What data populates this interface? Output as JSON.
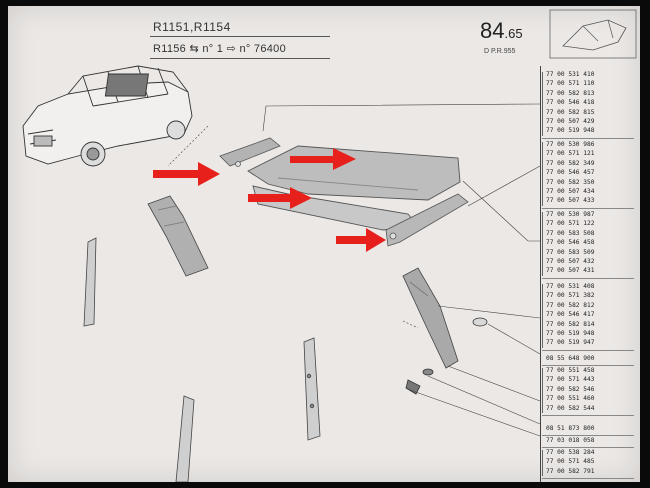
{
  "header": {
    "models_line": "R1151,R1154",
    "serial_line": "R1156 ⇆ n° 1 ⇨ n° 76400",
    "page_number_main": "84",
    "page_number_sub": ".65",
    "page_reference": "D     P.R.955"
  },
  "colors": {
    "paper": "#ebe8e6",
    "ink": "#333333",
    "arrow": "#e8201c",
    "part_fill": "#b9b9b9"
  },
  "reference_groups": [
    {
      "refs": [
        "77 00 531 410",
        "77 00 571 110",
        "77 00 582 813",
        "77 00 546 418",
        "77 00 582 815",
        "77 00 507 429",
        "77 00 519 948"
      ]
    },
    {
      "refs": [
        "77 00 530 986",
        "77 00 571 121",
        "77 00 582 349",
        "77 00 546 457",
        "77 00 582 350",
        "77 00 507 434",
        "77 00 507 433"
      ]
    },
    {
      "refs": [
        "77 00 530 987",
        "77 00 571 122",
        "77 00 583 508",
        "77 00 546 458",
        "77 00 583 509",
        "77 00 507 432",
        "77 00 507 431"
      ]
    },
    {
      "refs": [
        "77 00 531 408",
        "77 00 571 382",
        "77 00 582 812",
        "77 00 546 417",
        "77 00 582 814",
        "77 00 519 948",
        "77 00 519 947"
      ]
    },
    {
      "refs": [
        "08 55 648 900"
      ]
    },
    {
      "refs": [
        "77 00 551 458",
        "77 00 571 443",
        "77 00 582 546",
        "77 00 551 460",
        "77 00 582 544"
      ]
    },
    {
      "refs": [
        "08 51 873 800"
      ]
    },
    {
      "refs": [
        "77 03 018 058"
      ]
    },
    {
      "refs": [
        "77 00 538 284",
        "77 00 571 485",
        "77 00 582 791"
      ]
    }
  ]
}
